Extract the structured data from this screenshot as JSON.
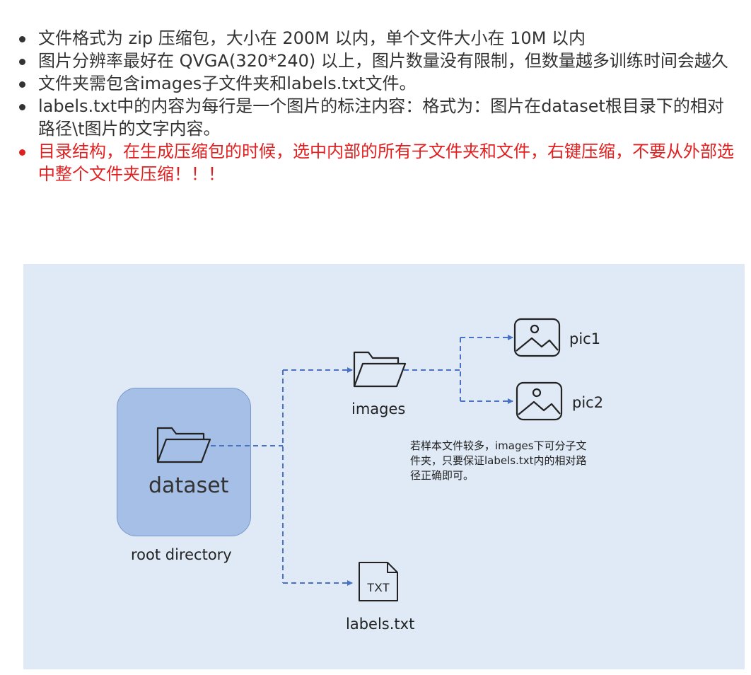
{
  "rules": [
    {
      "text": "文件格式为 zip 压缩包，大小在 200M 以内，单个文件大小在 10M 以内",
      "highlight": false
    },
    {
      "text": "图片分辨率最好在 QVGA(320*240) 以上，图片数量没有限制，但数量越多训练时间会越久",
      "highlight": false
    },
    {
      "text": "文件夹需包含images子文件夹和labels.txt文件。",
      "highlight": false
    },
    {
      "text": "labels.txt中的内容为每行是一个图片的标注内容：格式为：图片在dataset根目录下的相对路径\\t图片的文字内容。",
      "highlight": false
    },
    {
      "text": "目录结构，在生成压缩包的时候，选中内部的所有子文件夹和文件，右键压缩，不要从外部选中整个文件夹压缩！！！",
      "highlight": true
    }
  ],
  "diagram": {
    "root_label": "dataset",
    "root_caption": "root directory",
    "images_label": "images",
    "pic1_label": "pic1",
    "pic2_label": "pic2",
    "txt_icon_text": "TXT",
    "labels_label": "labels.txt",
    "note": "若样本文件较多，images下可分子文件夹，只要保证labels.txt内的相对路径正确即可。"
  },
  "colors": {
    "text": "#333333",
    "warning": "#e02020",
    "diagram_bg": "#dfeaf6",
    "root_fill": "#a6bfe6",
    "connector": "#4a72c4"
  }
}
